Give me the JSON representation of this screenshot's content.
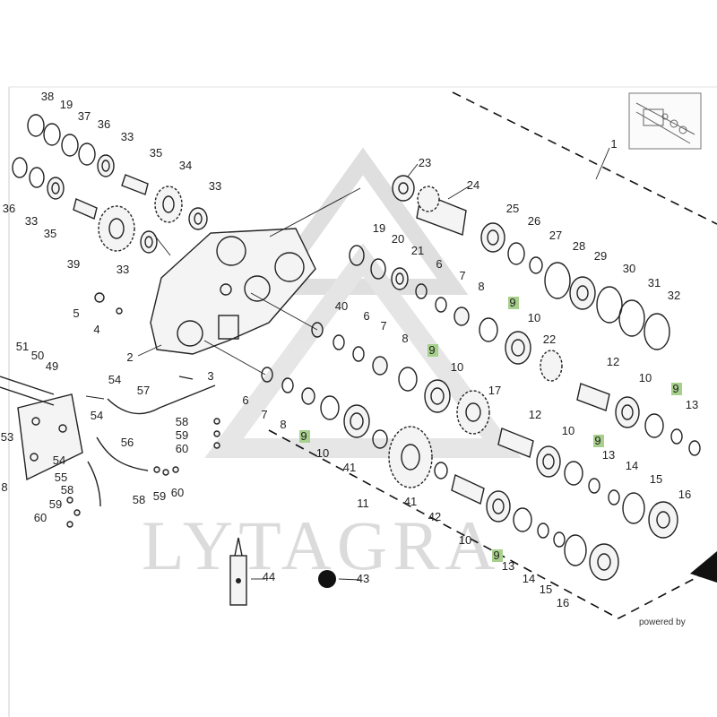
{
  "watermark": {
    "text": "LYTAGRA"
  },
  "footer": {
    "powered_by": "powered by"
  },
  "thumbnail": {
    "name": "overview-thumbnail"
  },
  "highlight_color": "#a8d08d",
  "callouts": [
    {
      "id": "c38",
      "label": "38",
      "hl": false
    },
    {
      "id": "c19a",
      "label": "19",
      "hl": false
    },
    {
      "id": "c37",
      "label": "37",
      "hl": false
    },
    {
      "id": "c36a",
      "label": "36",
      "hl": false
    },
    {
      "id": "c33a",
      "label": "33",
      "hl": false
    },
    {
      "id": "c35a",
      "label": "35",
      "hl": false
    },
    {
      "id": "c34",
      "label": "34",
      "hl": false
    },
    {
      "id": "c33b",
      "label": "33",
      "hl": false
    },
    {
      "id": "c36b",
      "label": "36",
      "hl": false
    },
    {
      "id": "c33c",
      "label": "33",
      "hl": false
    },
    {
      "id": "c35b",
      "label": "35",
      "hl": false
    },
    {
      "id": "c39",
      "label": "39",
      "hl": false
    },
    {
      "id": "c33d",
      "label": "33",
      "hl": false
    },
    {
      "id": "c1",
      "label": "1",
      "hl": false
    },
    {
      "id": "c23",
      "label": "23",
      "hl": false
    },
    {
      "id": "c24",
      "label": "24",
      "hl": false
    },
    {
      "id": "c25",
      "label": "25",
      "hl": false
    },
    {
      "id": "c26",
      "label": "26",
      "hl": false
    },
    {
      "id": "c27",
      "label": "27",
      "hl": false
    },
    {
      "id": "c28",
      "label": "28",
      "hl": false
    },
    {
      "id": "c29",
      "label": "29",
      "hl": false
    },
    {
      "id": "c30",
      "label": "30",
      "hl": false
    },
    {
      "id": "c31",
      "label": "31",
      "hl": false
    },
    {
      "id": "c32",
      "label": "32",
      "hl": false
    },
    {
      "id": "c19b",
      "label": "19",
      "hl": false
    },
    {
      "id": "c20",
      "label": "20",
      "hl": false
    },
    {
      "id": "c21",
      "label": "21",
      "hl": false
    },
    {
      "id": "c6a",
      "label": "6",
      "hl": false
    },
    {
      "id": "c7a",
      "label": "7",
      "hl": false
    },
    {
      "id": "c8a",
      "label": "8",
      "hl": false
    },
    {
      "id": "c9a",
      "label": "9",
      "hl": true
    },
    {
      "id": "c10a",
      "label": "10",
      "hl": false
    },
    {
      "id": "c22",
      "label": "22",
      "hl": false
    },
    {
      "id": "c40",
      "label": "40",
      "hl": false
    },
    {
      "id": "c6b",
      "label": "6",
      "hl": false
    },
    {
      "id": "c7b",
      "label": "7",
      "hl": false
    },
    {
      "id": "c8b",
      "label": "8",
      "hl": false
    },
    {
      "id": "c9b",
      "label": "9",
      "hl": true
    },
    {
      "id": "c10b",
      "label": "10",
      "hl": false
    },
    {
      "id": "c5",
      "label": "5",
      "hl": false
    },
    {
      "id": "c4",
      "label": "4",
      "hl": false
    },
    {
      "id": "c2",
      "label": "2",
      "hl": false
    },
    {
      "id": "c3",
      "label": "3",
      "hl": false
    },
    {
      "id": "c51",
      "label": "51",
      "hl": false
    },
    {
      "id": "c50",
      "label": "50",
      "hl": false
    },
    {
      "id": "c49",
      "label": "49",
      "hl": false
    },
    {
      "id": "c54a",
      "label": "54",
      "hl": false
    },
    {
      "id": "c57",
      "label": "57",
      "hl": false
    },
    {
      "id": "c58a",
      "label": "58",
      "hl": false
    },
    {
      "id": "c59a",
      "label": "59",
      "hl": false
    },
    {
      "id": "c60a",
      "label": "60",
      "hl": false
    },
    {
      "id": "c54b",
      "label": "54",
      "hl": false
    },
    {
      "id": "c53",
      "label": "53",
      "hl": false
    },
    {
      "id": "c56",
      "label": "56",
      "hl": false
    },
    {
      "id": "c54c",
      "label": "54",
      "hl": false
    },
    {
      "id": "c55",
      "label": "55",
      "hl": false
    },
    {
      "id": "c8c",
      "label": "8",
      "hl": false
    },
    {
      "id": "c58b",
      "label": "58",
      "hl": false
    },
    {
      "id": "c59b",
      "label": "59",
      "hl": false
    },
    {
      "id": "c60b",
      "label": "60",
      "hl": false
    },
    {
      "id": "c58c",
      "label": "58",
      "hl": false
    },
    {
      "id": "c59c",
      "label": "59",
      "hl": false
    },
    {
      "id": "c60c",
      "label": "60",
      "hl": false
    },
    {
      "id": "c6c",
      "label": "6",
      "hl": false
    },
    {
      "id": "c7c",
      "label": "7",
      "hl": false
    },
    {
      "id": "c8d",
      "label": "8",
      "hl": false
    },
    {
      "id": "c9c",
      "label": "9",
      "hl": true
    },
    {
      "id": "c10c",
      "label": "10",
      "hl": false
    },
    {
      "id": "c41a",
      "label": "41",
      "hl": false
    },
    {
      "id": "c17",
      "label": "17",
      "hl": false
    },
    {
      "id": "c12a",
      "label": "12",
      "hl": false
    },
    {
      "id": "c10d",
      "label": "10",
      "hl": false
    },
    {
      "id": "c9d",
      "label": "9",
      "hl": true
    },
    {
      "id": "c13a",
      "label": "13",
      "hl": false
    },
    {
      "id": "c12b",
      "label": "12",
      "hl": false
    },
    {
      "id": "c10e",
      "label": "10",
      "hl": false
    },
    {
      "id": "c9e",
      "label": "9",
      "hl": true
    },
    {
      "id": "c13b",
      "label": "13",
      "hl": false
    },
    {
      "id": "c14a",
      "label": "14",
      "hl": false
    },
    {
      "id": "c15a",
      "label": "15",
      "hl": false
    },
    {
      "id": "c16a",
      "label": "16",
      "hl": false
    },
    {
      "id": "c11",
      "label": "11",
      "hl": false
    },
    {
      "id": "c41b",
      "label": "41",
      "hl": false
    },
    {
      "id": "c42",
      "label": "42",
      "hl": false
    },
    {
      "id": "c10f",
      "label": "10",
      "hl": false
    },
    {
      "id": "c9f",
      "label": "9",
      "hl": true
    },
    {
      "id": "c13c",
      "label": "13",
      "hl": false
    },
    {
      "id": "c14b",
      "label": "14",
      "hl": false
    },
    {
      "id": "c15b",
      "label": "15",
      "hl": false
    },
    {
      "id": "c16b",
      "label": "16",
      "hl": false
    },
    {
      "id": "c44",
      "label": "44",
      "hl": false
    },
    {
      "id": "c43",
      "label": "43",
      "hl": false
    }
  ]
}
